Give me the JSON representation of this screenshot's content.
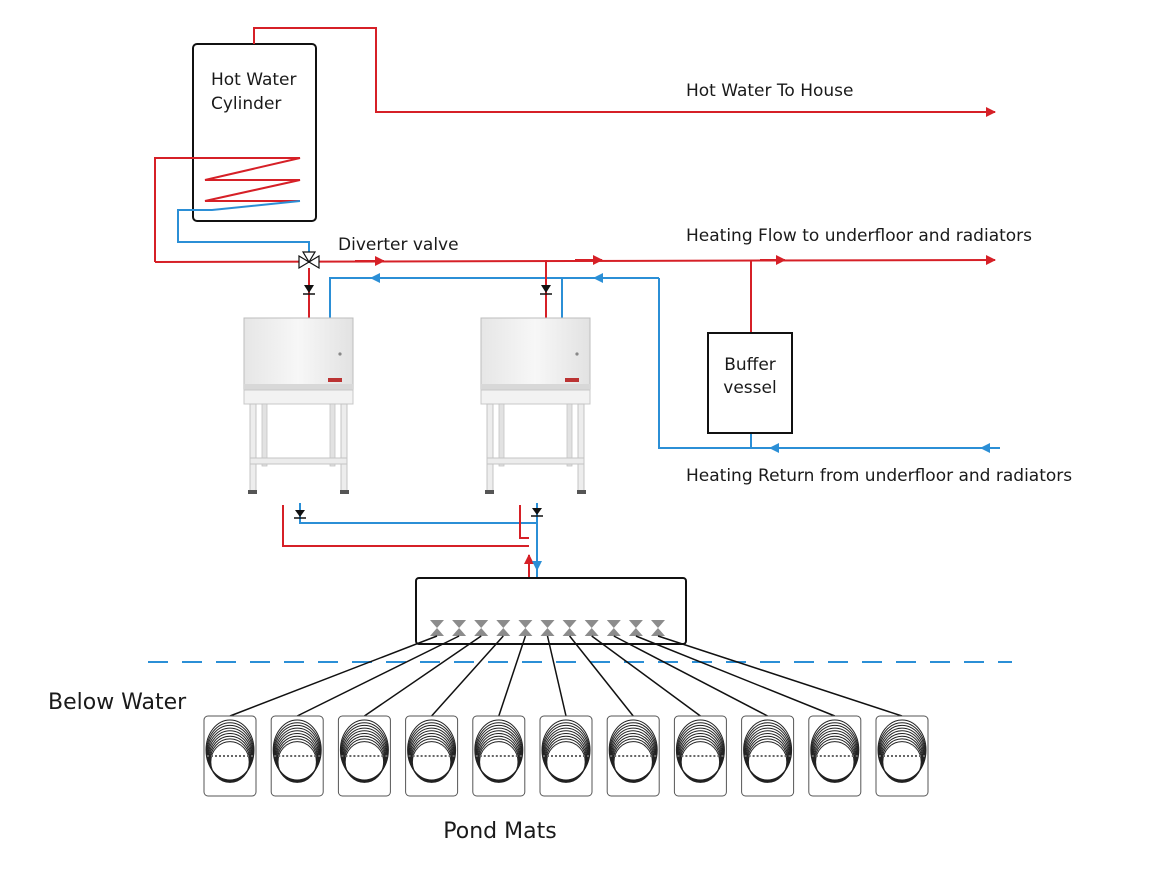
{
  "labels": {
    "cylinder_line1": "Hot Water",
    "cylinder_line2": "Cylinder",
    "hot_water_to_house": "Hot Water To House",
    "diverter_valve": "Diverter valve",
    "heating_flow": "Heating Flow to underfloor and radiators",
    "buffer_line1": "Buffer",
    "buffer_line2": "vessel",
    "heating_return": "Heating Return from underfloor and radiators",
    "below_water": "Below Water",
    "pond_mats": "Pond Mats"
  },
  "colors": {
    "flow": "#d62027",
    "return": "#2b8fd6",
    "outline": "#111111",
    "water_line": "#2b8fd6"
  },
  "heat_pump_units": 2,
  "manifold_ports": 11,
  "pond_mats": 11
}
